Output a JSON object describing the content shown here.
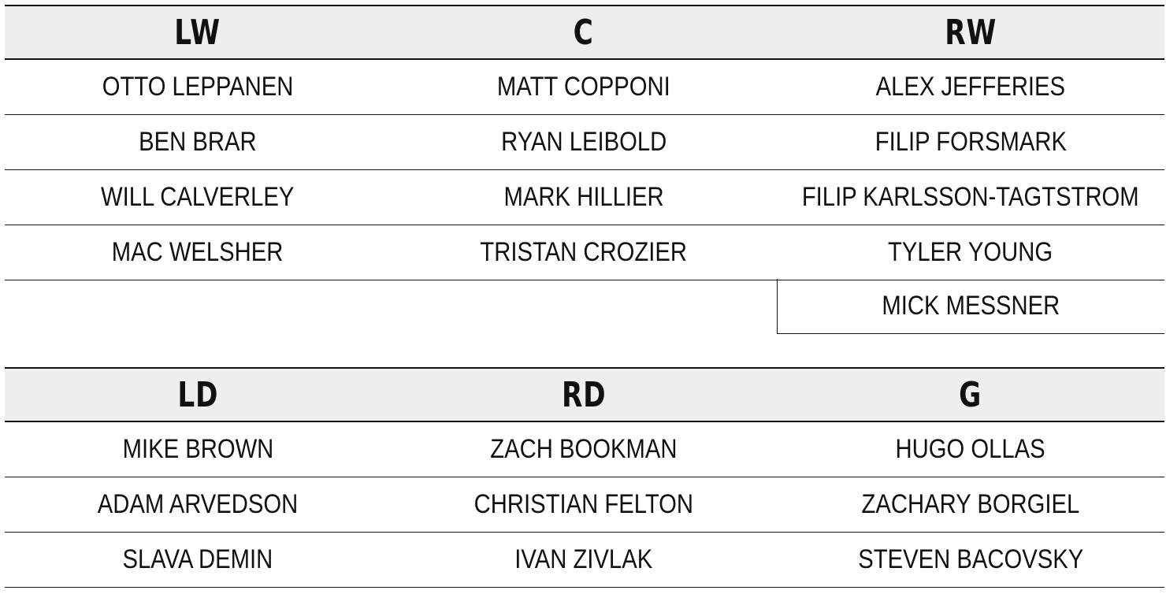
{
  "forwards": {
    "headers": [
      "LW",
      "C",
      "RW"
    ],
    "rows": [
      [
        "OTTO LEPPANEN",
        "MATT COPPONI",
        "ALEX JEFFERIES"
      ],
      [
        "BEN BRAR",
        "RYAN LEIBOLD",
        "FILIP FORSMARK"
      ],
      [
        "WILL CALVERLEY",
        "MARK HILLIER",
        "FILIP KARLSSON-TAGTSTROM"
      ],
      [
        "MAC WELSHER",
        "TRISTAN CROZIER",
        "TYLER YOUNG"
      ]
    ],
    "extra_rw": "MICK MESSNER"
  },
  "defense": {
    "headers": [
      "LD",
      "RD",
      "G"
    ],
    "rows": [
      [
        "MIKE BROWN",
        "ZACH BOOKMAN",
        "HUGO OLLAS"
      ],
      [
        "ADAM ARVEDSON",
        "CHRISTIAN FELTON",
        "ZACHARY BORGIEL"
      ],
      [
        "SLAVA DEMIN",
        "IVAN ZIVLAK",
        "STEVEN BACOVSKY"
      ]
    ]
  }
}
